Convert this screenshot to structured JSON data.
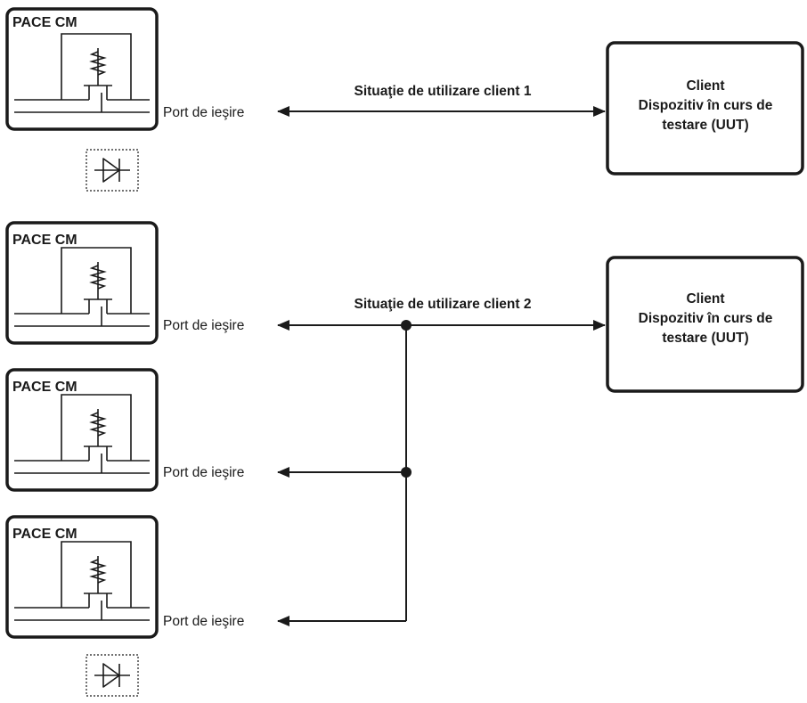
{
  "modules": [
    {
      "title": "PACE CM",
      "port_label": "Port de ieşire"
    },
    {
      "title": "PACE CM",
      "port_label": "Port de ieşire"
    },
    {
      "title": "PACE CM",
      "port_label": "Port de ieşire"
    },
    {
      "title": "PACE CM",
      "port_label": "Port de ieşire"
    }
  ],
  "connections": [
    {
      "label": "Situaţie de utilizare client 1"
    },
    {
      "label": "Situaţie de utilizare client 2"
    }
  ],
  "clients": [
    {
      "lines": [
        "Client",
        "Dispozitiv în curs de",
        "testare (UUT)"
      ]
    },
    {
      "lines": [
        "Client",
        "Dispozitiv în curs de",
        "testare (UUT)"
      ]
    }
  ],
  "icons": [
    "diode-icon",
    "diode-icon"
  ],
  "colors": {
    "stroke": "#1a1a1a",
    "background": "#ffffff"
  }
}
